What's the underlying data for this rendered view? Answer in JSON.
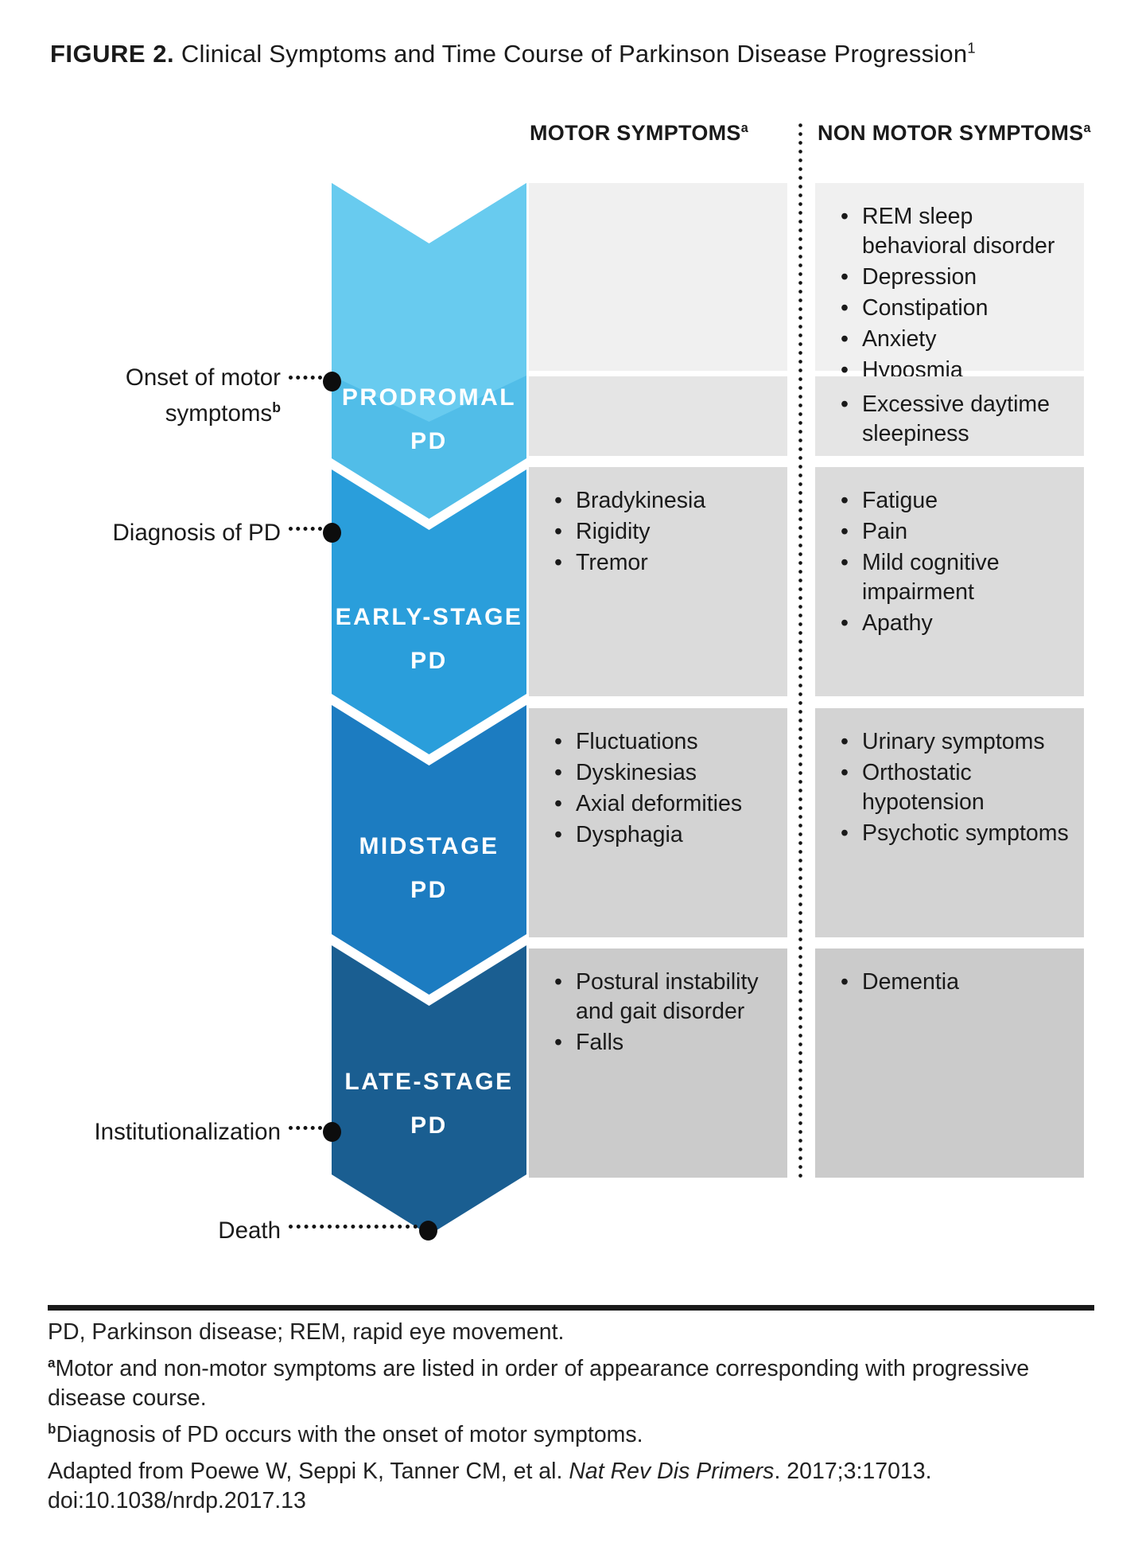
{
  "title": {
    "prefix": "FIGURE 2.",
    "text": " Clinical Symptoms and Time Course of Parkinson Disease Progression",
    "sup": "1"
  },
  "columns": {
    "motor_label": "MOTOR SYMPTOMS",
    "motor_sup": "a",
    "nonmotor_label": "NON MOTOR SYMPTOMS",
    "nonmotor_sup": "a"
  },
  "stages": [
    {
      "label_line1": "PRODROMAL",
      "label_line2": "PD",
      "motor_items": [],
      "nonmotor_items": [
        "REM sleep behavioral disorder",
        "Depression",
        "Constipation",
        "Anxiety",
        "Hyposmia"
      ],
      "nonmotor_items_late": [
        "Excessive daytime sleepiness"
      ]
    },
    {
      "label_line1": "EARLY-STAGE",
      "label_line2": "PD",
      "motor_items": [
        "Bradykinesia",
        "Rigidity",
        "Tremor"
      ],
      "nonmotor_items": [
        "Fatigue",
        "Pain",
        "Mild cognitive impairment",
        "Apathy"
      ]
    },
    {
      "label_line1": "MIDSTAGE",
      "label_line2": "PD",
      "motor_items": [
        "Fluctuations",
        "Dyskinesias",
        "Axial deformities",
        "Dysphagia"
      ],
      "nonmotor_items": [
        "Urinary symptoms",
        "Orthostatic hypotension",
        "Psychotic symptoms"
      ]
    },
    {
      "label_line1": "LATE-STAGE",
      "label_line2": "PD",
      "motor_items": [
        "Postural instability and gait disorder",
        "Falls"
      ],
      "nonmotor_items": [
        "Dementia"
      ]
    }
  ],
  "milestones": [
    {
      "line1": "Onset of motor",
      "line2": "symptoms",
      "sup": "b"
    },
    {
      "line1": "Diagnosis of PD"
    },
    {
      "line1": "Institutionalization"
    },
    {
      "line1": "Death"
    }
  ],
  "footer": {
    "abbrev": "PD, Parkinson disease; REM, rapid eye movement.",
    "note_a_sup": "a",
    "note_a": "Motor and non-motor symptoms are listed in order of appearance corresponding with progressive disease course.",
    "note_b_sup": "b",
    "note_b": "Diagnosis of PD occurs with the onset of motor symptoms.",
    "citation_pre": "Adapted from Poewe W, Seppi K, Tanner CM, et al. ",
    "citation_italic": "Nat Rev Dis Primers",
    "citation_post": ". 2017;3:17013. doi:10.1038/nrdp.2017.13"
  },
  "colors": {
    "prodromal_top": "#68CBEF",
    "prodromal_bottom": "#51BDE8",
    "early": "#2A9EDB",
    "mid": "#1C7CC1",
    "late": "#1A5E91",
    "row1_gray": "#F0F0F0",
    "row1b_gray": "#E5E5E5",
    "row2_gray": "#DBDBDB",
    "row3_gray": "#D3D3D3",
    "row4_gray": "#CBCBCB"
  }
}
